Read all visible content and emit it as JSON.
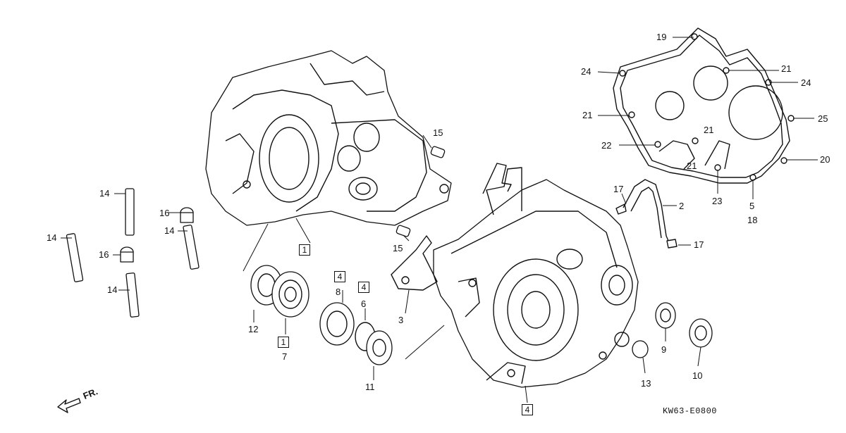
{
  "callouts": {
    "c19": "19",
    "c24a": "24",
    "c21a": "21",
    "c24b": "24",
    "c21b": "21",
    "c25": "25",
    "c21c": "21",
    "c22": "22",
    "c20": "20",
    "c21d": "21",
    "c23": "23",
    "c5": "5",
    "c18": "18",
    "c17a": "17",
    "c2": "2",
    "c17b": "17",
    "c15a": "15",
    "c15b": "15",
    "c14a": "14",
    "c14b": "14",
    "c14c": "14",
    "c14d": "14",
    "c16a": "16",
    "c16b": "16",
    "c12": "12",
    "c7": "7",
    "c8": "8",
    "c6": "6",
    "c11": "11",
    "c3": "3",
    "c9": "9",
    "c13": "13",
    "c10": "10"
  },
  "boxed": {
    "b1a": "1",
    "b1b": "1",
    "b4a": "4",
    "b4b": "4",
    "b4c": "4"
  },
  "footer": {
    "fr": "FR.",
    "code": "KW63-E0800"
  }
}
